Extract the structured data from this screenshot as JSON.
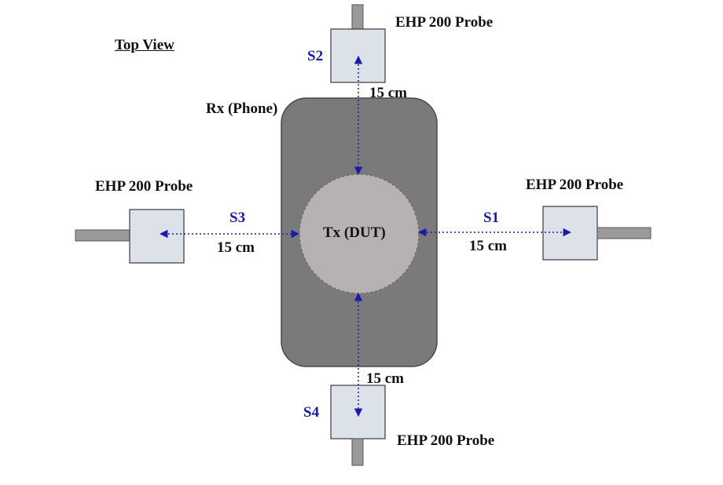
{
  "title": "Top View",
  "phone_label": "Rx (Phone)",
  "dut_label": "Tx (DUT)",
  "probes": [
    {
      "id": "S1",
      "label": "EHP 200 Probe",
      "distance": "15 cm"
    },
    {
      "id": "S2",
      "label": "EHP 200 Probe",
      "distance": "15 cm"
    },
    {
      "id": "S3",
      "label": "EHP 200 Probe",
      "distance": "15 cm"
    },
    {
      "id": "S4",
      "label": "EHP 200 Probe",
      "distance": "15 cm"
    }
  ],
  "colors": {
    "phone_fill": "#7a7a7a",
    "phone_stroke": "#4a4a4a",
    "dut_fill": "#b8b1b3",
    "probe_fill": "#dde1ea",
    "probe_stroke": "#3a3a3a",
    "stem_fill": "#9a9a9a",
    "arrow": "#1a1aa8",
    "text": "#111111",
    "label_blue": "#1a1aa8"
  }
}
